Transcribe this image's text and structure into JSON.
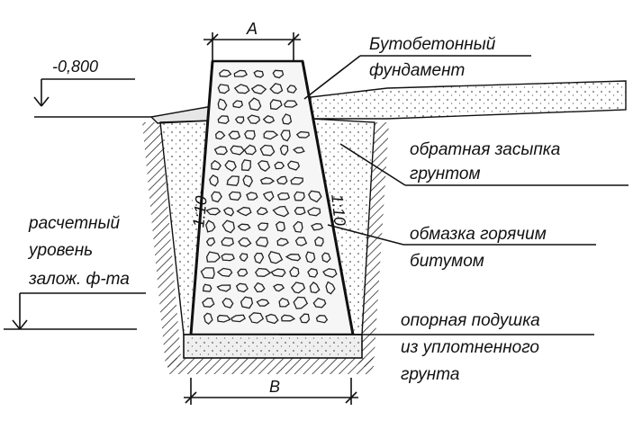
{
  "labels": {
    "width_top": "A",
    "width_bottom": "B",
    "ground_level": "-0,800",
    "foundation_line1": "Бутобетонный",
    "foundation_line2": "фундамент",
    "backfill_line1": "обратная засыпка",
    "backfill_line2": "грунтом",
    "coating_line1": "обмазка горячим",
    "coating_line2": "битумом",
    "cushion_line1": "опорная подушка",
    "cushion_line2": "из уплотненного",
    "cushion_line3": "грунта",
    "depth_line1": "расчетный",
    "depth_line2": "уровень",
    "depth_line3": "залож. ф-та",
    "slope_left": "1:10",
    "slope_right": "1:10"
  },
  "colors": {
    "ink": "#111111",
    "paper": "#ffffff",
    "soil_fill": "#e9e9e9",
    "stone_fill": "#f4f4f4"
  }
}
